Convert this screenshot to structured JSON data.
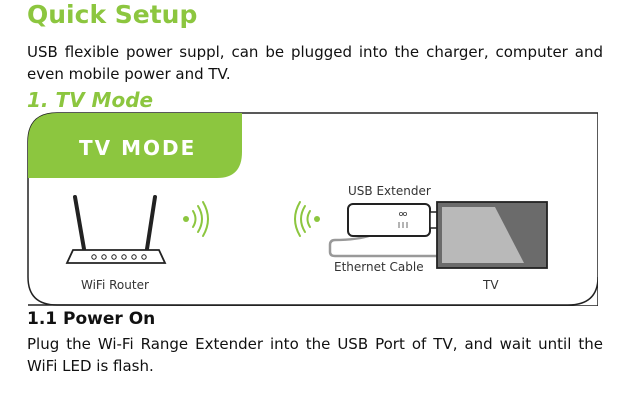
{
  "heading": "Quick Setup",
  "intro": "USB flexible power suppl, can be plugged into the charger, computer and even mobile power and TV.",
  "section": {
    "title": "1. TV Mode",
    "diagram": {
      "banner": "TV MODE",
      "usb_extender_label": "USB Extender",
      "ethernet_cable_label": "Ethernet Cable",
      "router_label": "WiFi Router",
      "tv_label": "TV",
      "colors": {
        "accent": "#8cc63f",
        "router_body": "#ffffff",
        "tv_screen": "#6b6b6b"
      }
    }
  },
  "subsection": {
    "title": "1.1 Power On",
    "text": "Plug the Wi-Fi Range Extender into the USB Port of TV, and wait until the WiFi LED is flash."
  }
}
